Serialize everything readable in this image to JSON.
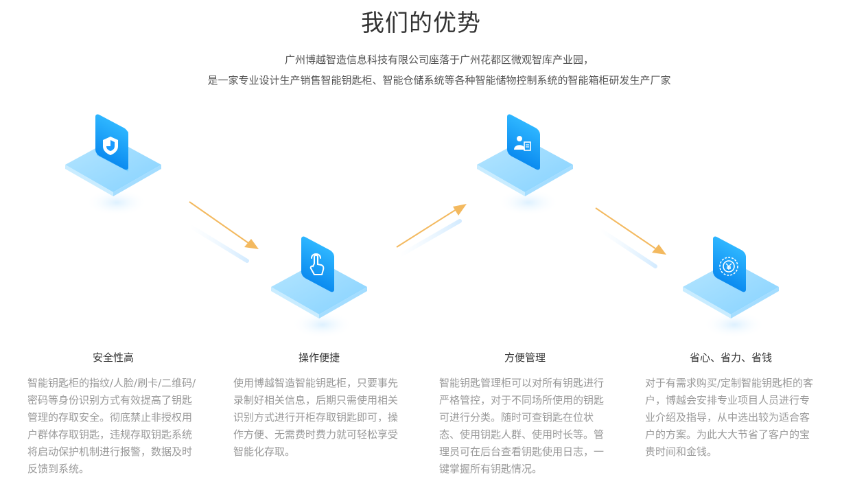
{
  "section": {
    "title": "我们的优势",
    "intro_line1": "广州博越智造信息科技有限公司座落于广州花都区微观智库产业园，",
    "intro_line2": "是一家专业设计生产销售智能钥匙柜、智能仓储系统等各种智能储物控制系统的智能箱柜研发生产厂家"
  },
  "features": [
    {
      "title": "安全性高",
      "icon": "shield-icon",
      "desc": "智能钥匙柜的指纹/人脸/刷卡/二维码/密码等身份识别方式有效提高了钥匙管理的存取安全。彻底禁止非授权用户群体存取钥匙，违规存取钥匙系统将启动保护机制进行报警，数据及时反馈到系统。"
    },
    {
      "title": "操作便捷",
      "icon": "touch-hand-icon",
      "desc": "使用博越智造智能钥匙柜，只要事先录制好相关信息，后期只需使用相关识别方式进行开柜存取钥匙即可，操作方便、无需费时费力就可轻松享受智能化存取。"
    },
    {
      "title": "方便管理",
      "icon": "manager-icon",
      "desc": "智能钥匙管理柜可以对所有钥匙进行严格管控，对于不同场所使用的钥匙可进行分类。随时可查钥匙在位状态、使用钥匙人群、使用时长等。管理员可在后台查看钥匙使用日志，一键掌握所有钥匙情况。"
    },
    {
      "title": "省心、省力、省钱",
      "icon": "money-saving-icon",
      "desc": "对于有需求购买/定制智能钥匙柜的客户，博越会安排专业项目人员进行专业介绍及指导，从中选出较为适合客户的方案。为此大大节省了客户的宝贵时间和金钱。"
    }
  ],
  "colors": {
    "accent_blue": "#1a9bff",
    "platform_blue": "#9fdcff",
    "arrow_orange": "#f3b95f",
    "text_gray": "#999999"
  }
}
